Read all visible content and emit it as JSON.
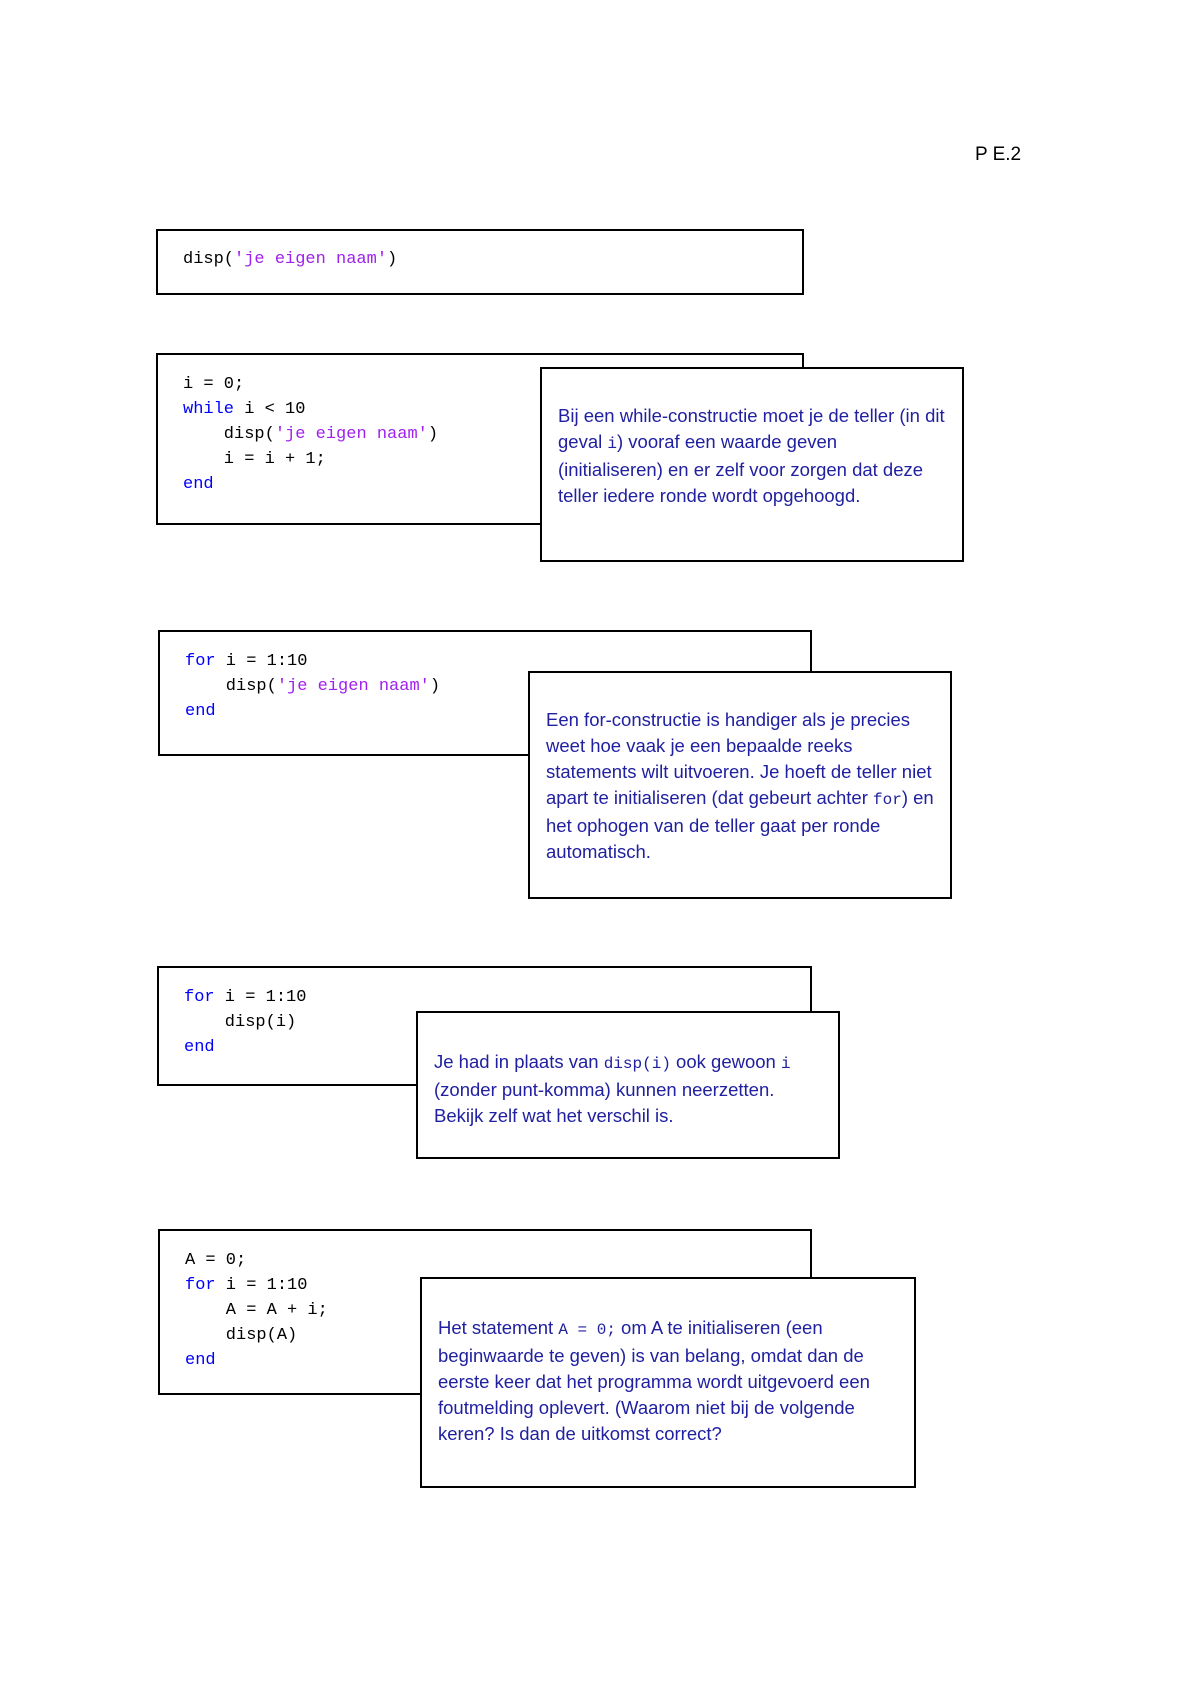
{
  "page_label": "P E.2",
  "block1": {
    "code": [
      [
        {
          "t": "disp(",
          "c": "plain"
        },
        {
          "t": "'je eigen naam'",
          "c": "str"
        },
        {
          "t": ")",
          "c": "plain"
        }
      ]
    ]
  },
  "block2": {
    "code": [
      [
        {
          "t": "i = 0;",
          "c": "plain"
        }
      ],
      [
        {
          "t": "while",
          "c": "kw"
        },
        {
          "t": " i < 10",
          "c": "plain"
        }
      ],
      [
        {
          "t": "    disp(",
          "c": "plain"
        },
        {
          "t": "'je eigen naam'",
          "c": "str"
        },
        {
          "t": ")",
          "c": "plain"
        }
      ],
      [
        {
          "t": "    i = i + 1;",
          "c": "plain"
        }
      ],
      [
        {
          "t": "end",
          "c": "kw"
        }
      ]
    ],
    "note": [
      {
        "t": "Bij een while-constructie moet je de teller (in dit geval ",
        "m": false
      },
      {
        "t": "i",
        "m": true
      },
      {
        "t": ") vooraf een waarde geven (initialiseren) en er zelf voor zorgen dat deze teller iedere ronde wordt opgehoogd.",
        "m": false
      }
    ]
  },
  "block3": {
    "code": [
      [
        {
          "t": "for",
          "c": "kw"
        },
        {
          "t": " i = 1:10",
          "c": "plain"
        }
      ],
      [
        {
          "t": "    disp(",
          "c": "plain"
        },
        {
          "t": "'je eigen naam'",
          "c": "str"
        },
        {
          "t": ")",
          "c": "plain"
        }
      ],
      [
        {
          "t": "end",
          "c": "kw"
        }
      ]
    ],
    "note": [
      {
        "t": "Een for-constructie is handiger als je precies weet hoe vaak je een bepaalde reeks statements wilt uitvoeren. Je hoeft de teller niet apart te initialiseren (dat gebeurt achter ",
        "m": false
      },
      {
        "t": "for",
        "m": true
      },
      {
        "t": ") en het ophogen van de teller gaat per ronde automatisch.",
        "m": false
      }
    ]
  },
  "block4": {
    "code": [
      [
        {
          "t": "for",
          "c": "kw"
        },
        {
          "t": " i = 1:10",
          "c": "plain"
        }
      ],
      [
        {
          "t": "    disp(i)",
          "c": "plain"
        }
      ],
      [
        {
          "t": "end",
          "c": "kw"
        }
      ]
    ],
    "note": [
      {
        "t": "Je had in plaats van ",
        "m": false
      },
      {
        "t": "disp(i)",
        "m": true
      },
      {
        "t": " ook gewoon ",
        "m": false
      },
      {
        "t": "i",
        "m": true
      },
      {
        "t": " (zonder punt-komma) kunnen neerzetten. Bekijk zelf wat het verschil is.",
        "m": false
      }
    ]
  },
  "block5": {
    "code": [
      [
        {
          "t": "A = 0;",
          "c": "plain"
        }
      ],
      [
        {
          "t": "for",
          "c": "kw"
        },
        {
          "t": " i = 1:10",
          "c": "plain"
        }
      ],
      [
        {
          "t": "    A = A + i;",
          "c": "plain"
        }
      ],
      [
        {
          "t": "    disp(A)",
          "c": "plain"
        }
      ],
      [
        {
          "t": "end",
          "c": "kw"
        }
      ]
    ],
    "note": [
      {
        "t": "Het statement ",
        "m": false
      },
      {
        "t": "A = 0;",
        "m": true
      },
      {
        "t": " om A te initialiseren (een beginwaarde te geven) is van belang, omdat dan de eerste keer dat het programma wordt uitgevoerd een foutmelding oplevert. (Waarom niet bij de volgende keren? Is dan de uitkomst correct?",
        "m": false
      }
    ]
  }
}
